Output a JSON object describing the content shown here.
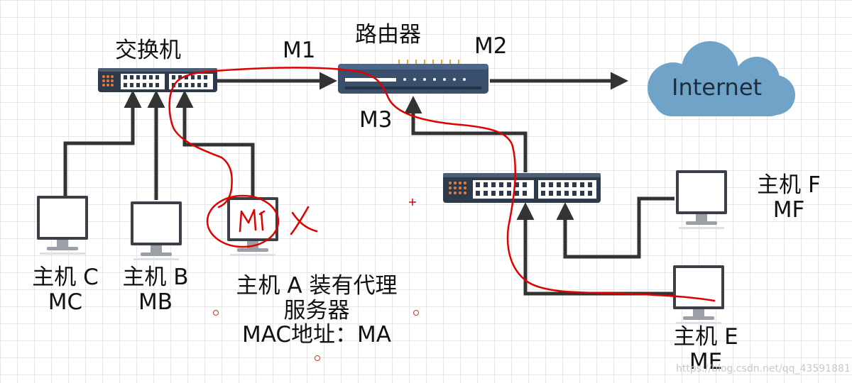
{
  "labels": {
    "switch1": "交换机",
    "router": "路由器",
    "m1": "M1",
    "m2": "M2",
    "m3": "M3",
    "internet": "Internet",
    "host_c": [
      "主机 C",
      "MC"
    ],
    "host_b": [
      "主机 B",
      "MB"
    ],
    "host_a": [
      "主机 A 装有代理",
      "服务器",
      "MAC地址：MA"
    ],
    "host_f": [
      "主机 F",
      "MF"
    ],
    "host_e": [
      "主机 E",
      "ME"
    ]
  },
  "annotation": {
    "handwritten": "M1",
    "mark": "X"
  },
  "watermark": "https://blog.csdn.net/qq_43591881",
  "colors": {
    "line": "#333333",
    "device": "#2d3a4b",
    "router": "#3a4f6b",
    "cloud": "#6fa3c8",
    "annotation": "#e00000",
    "port": "#e8a33d"
  }
}
